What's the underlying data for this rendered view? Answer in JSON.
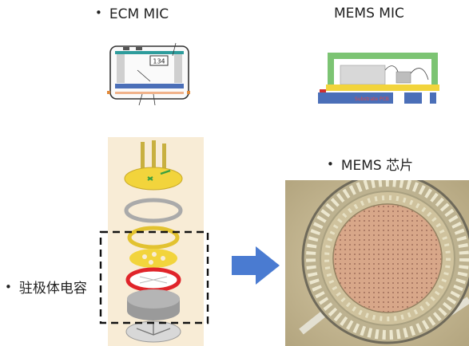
{
  "labels": {
    "ecm": "ECM MIC",
    "mems": "MEMS MIC",
    "mems_chip": "MEMS 芯片",
    "electret": "驻极体电容",
    "bullet": "•"
  },
  "ecm_diagram": {
    "component_tag": "134"
  },
  "mems_diagram": {
    "substrate_caption": "Substrate PCB"
  },
  "colors": {
    "green_lid": "#7cc473",
    "yellow": "#f2d43c",
    "blue_substrate": "#4b6fb8",
    "teal_plate": "#2e9c9c",
    "red_ring": "#e0242a",
    "arrow_blue": "#4a7bd1",
    "chip_bg": "#c8ba95"
  }
}
